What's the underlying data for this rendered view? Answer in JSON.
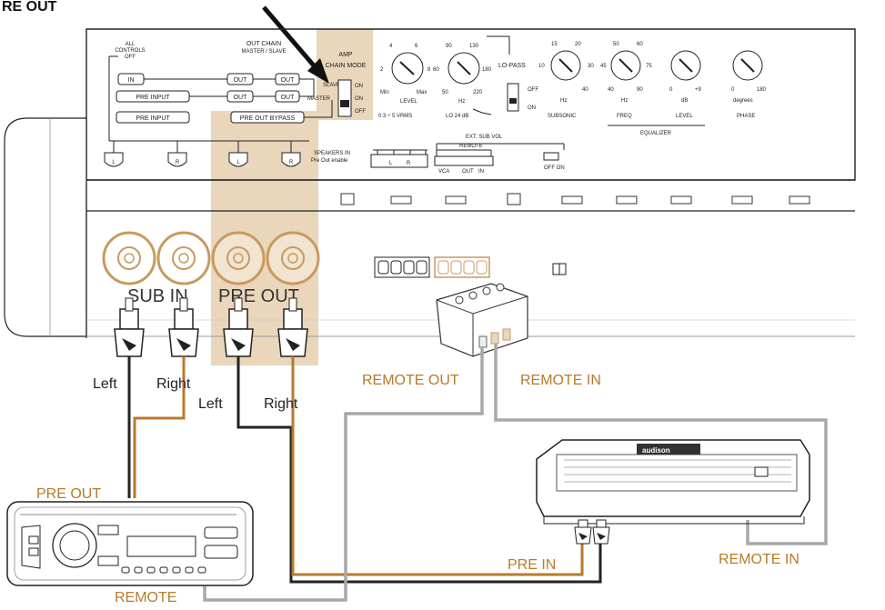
{
  "heading": "RE OUT",
  "colors": {
    "highlight": "#e9d6bb",
    "orange_wire": "#b87a2a",
    "gray_wire": "#a8a8a8",
    "black_wire": "#222222",
    "panel_stroke": "#222222"
  },
  "panel": {
    "all_controls": [
      "ALL",
      "CONTROLS",
      "OFF"
    ],
    "out_chain_title": "OUT CHAIN",
    "out_chain_sub": "MASTER / SLAVE",
    "amp_title": "AMP",
    "chain_mode": "CHAIN MODE",
    "in_btn": "IN",
    "out_btn": "OUT",
    "pre_input": "PRE INPUT",
    "pre_out_bypass": "PRE OUT BYPASS",
    "slave": "SLAVE",
    "master": "MASTER",
    "on": "ON",
    "off": "OFF",
    "L": "L",
    "R": "R",
    "level": {
      "ticks": [
        "4",
        "6",
        "2",
        "8"
      ],
      "minmax": [
        "Min",
        "Max"
      ],
      "label": "LEVEL",
      "range": "0.3 ÷ 5 VRMS"
    },
    "lopass_knob": {
      "ticks": [
        "90",
        "130",
        "60",
        "180",
        "50",
        "220"
      ],
      "unit": "Hz",
      "label": "LO 24 dB"
    },
    "lopass_label": "LO-PASS",
    "subsonic": {
      "ticks": [
        "15",
        "20",
        "10",
        "30",
        "40"
      ],
      "unit": "Hz",
      "label": "SUBSONIC"
    },
    "freq": {
      "ticks": [
        "50",
        "60",
        "45",
        "75",
        "40",
        "90"
      ],
      "unit": "Hz",
      "label": "FREQ"
    },
    "eq_level": {
      "ticks": [
        "0",
        "+9"
      ],
      "unit": "dB",
      "label": "LEVEL"
    },
    "phase": {
      "ticks": [
        "0",
        "180"
      ],
      "unit": "degrees",
      "label": "PHASE"
    },
    "equalizer": "EQUALIZER",
    "speakers_in": [
      "SPEAKERS IN",
      "Pre Out enable"
    ],
    "ext_sub_vol": "EXT. SUB VOL",
    "remote": "REMOTE",
    "vca": "VCA",
    "out": "OUT",
    "in": "IN",
    "off_on": "OFF  ON"
  },
  "front": {
    "sub_in": "SUB IN",
    "pre_out": "PRE OUT"
  },
  "labels": {
    "left1": "Left",
    "right1": "Right",
    "left2": "Left",
    "right2": "Right",
    "remote_out": "REMOTE OUT",
    "remote_in_top": "REMOTE IN",
    "pre_out_head": "PRE OUT",
    "remote_head": "REMOTE",
    "pre_in": "PRE IN",
    "remote_in_amp": "REMOTE IN",
    "amp_brand": "audison"
  }
}
